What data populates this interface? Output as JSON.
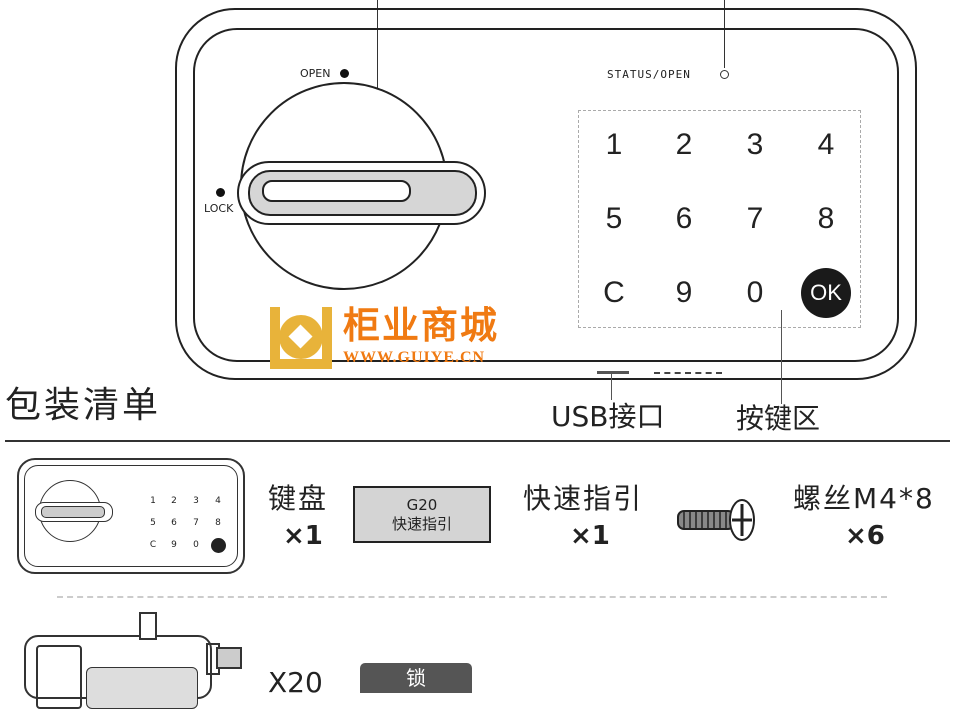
{
  "panel": {
    "open_label": "OPEN",
    "lock_label": "LOCK",
    "status_label": "STATUS/OPEN",
    "keys": [
      "1",
      "2",
      "3",
      "4",
      "5",
      "6",
      "7",
      "8",
      "C",
      "9",
      "0",
      "OK"
    ]
  },
  "watermark": {
    "name": "柜业商城",
    "url": "WWW.GUIYE.CN"
  },
  "callouts": {
    "usb": "USB接口",
    "keypad": "按键区"
  },
  "section_title": "包装清单",
  "items": [
    {
      "name": "键盘",
      "count": "×1"
    },
    {
      "name": "快速指引",
      "count": "×1",
      "card_title": "G20",
      "card_sub": "快速指引"
    },
    {
      "name": "螺丝M4*8",
      "count": "×6"
    },
    {
      "name": "X20",
      "count": "",
      "button": "锁"
    }
  ],
  "colors": {
    "accent": "#f07a12",
    "logo_gold": "#e8b33a"
  }
}
